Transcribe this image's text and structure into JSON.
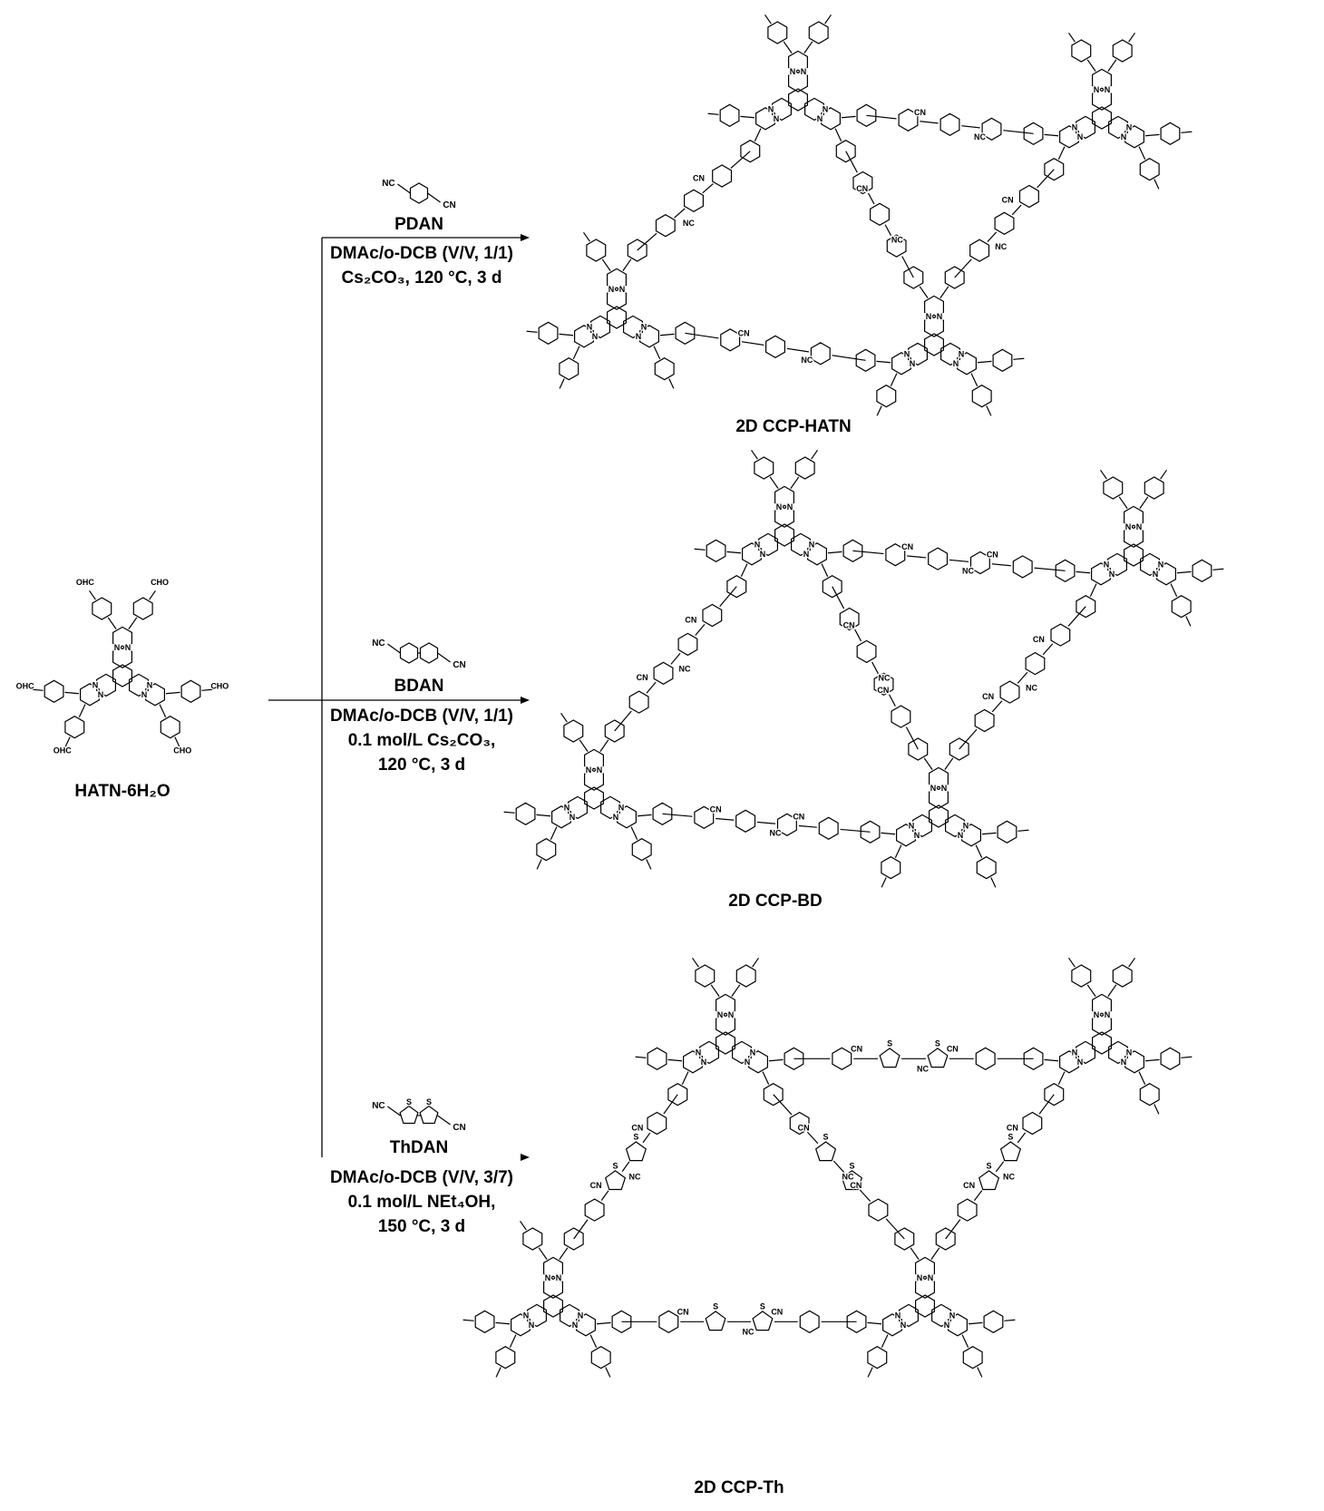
{
  "starting_material": {
    "name": "HATN-6H₂O",
    "substituent_left": "OHC",
    "substituent_right": "CHO"
  },
  "atoms": {
    "nitrogen": "N",
    "sulfur": "S",
    "nitrile_left": "NC",
    "nitrile_right": "CN"
  },
  "reactions": [
    {
      "reagent": "PDAN",
      "conditions": [
        "DMAc/o-DCB (V/V, 1/1)",
        "Cs₂CO₃, 120 °C, 3 d"
      ],
      "product": "2D CCP-HATN"
    },
    {
      "reagent": "BDAN",
      "conditions": [
        "DMAc/o-DCB (V/V, 1/1)",
        "0.1 mol/L Cs₂CO₃,",
        "120 °C, 3 d"
      ],
      "product": "2D CCP-BD"
    },
    {
      "reagent": "ThDAN",
      "conditions": [
        "DMAc/o-DCB (V/V, 3/7)",
        "0.1 mol/L NEt₄OH,",
        "150 °C, 3 d"
      ],
      "product": "2D CCP-Th"
    }
  ]
}
